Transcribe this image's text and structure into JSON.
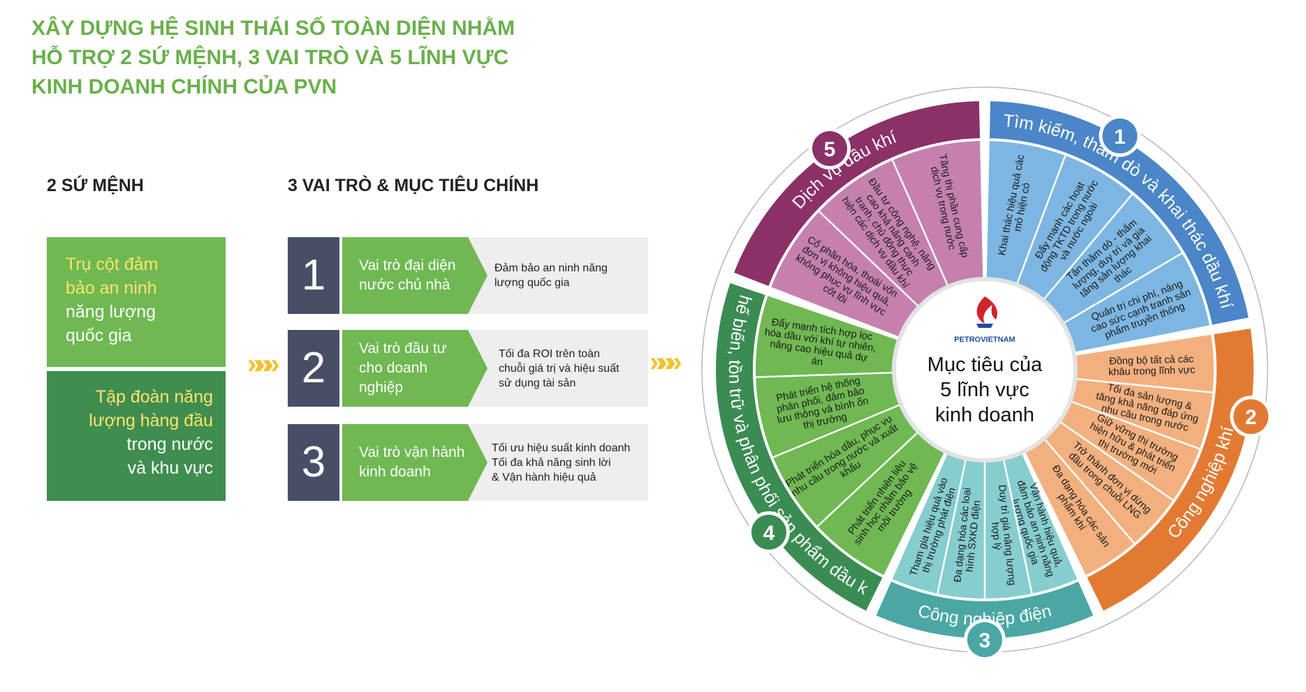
{
  "title": {
    "line1": "XÂY DỰNG HỆ SINH THÁI SỐ TOÀN DIỆN NHẰM",
    "line2": "HỖ TRỢ 2 SỨ MỆNH, 3 VAI TRÒ VÀ 5 LĨNH VỰC",
    "line3": "KINH DOANH CHÍNH CỦA PVN"
  },
  "missions": {
    "heading": "2 SỨ MỆNH",
    "items": [
      {
        "highlight": [
          "Trụ cột đảm",
          "bảo an ninh"
        ],
        "lines": [
          "năng lượng",
          "quốc gia"
        ]
      },
      {
        "highlight": [
          "Tập đoàn năng",
          "lượng hàng đầu"
        ],
        "lines": [
          "trong nước",
          "và khu vực"
        ]
      }
    ]
  },
  "roles": {
    "heading": "3 VAI TRÒ & MỤC TIÊU CHÍNH",
    "items": [
      {
        "num": "1",
        "label": [
          "Vai trò đại diện",
          "nước chủ nhà"
        ],
        "goal": [
          "Đảm bảo an ninh năng",
          "lượng quốc gia"
        ]
      },
      {
        "num": "2",
        "label": [
          "Vai trò đầu tư",
          "cho doanh",
          "nghiệp"
        ],
        "goal": [
          "Tối đa ROI trên toàn",
          "chuỗi giá trị và hiệu suất",
          "sử dụng tài sản"
        ]
      },
      {
        "num": "3",
        "label": [
          "Vai trò vận hành",
          "kinh doanh"
        ],
        "goal": [
          "Tối ưu hiệu suất kinh doanh",
          "Tối đa khả năng sinh lời",
          "& Vận hành hiệu quả"
        ]
      }
    ]
  },
  "chevrons": "»»»",
  "wheel": {
    "center": {
      "brand": "PETROVIETNAM",
      "lines": [
        "Mục tiêu của",
        "5 lĩnh vực",
        "kinh doanh"
      ]
    },
    "sectors": [
      {
        "num": "1",
        "name": "Tìm kiếm, thăm dò và khai thác dầu khí",
        "outer": "#4a86c8",
        "inner": "#7db6e2",
        "items": [
          [
            "Khai thác hiệu quả các",
            "mỏ hiện có"
          ],
          [
            "Đẩy mạnh các hoạt",
            "động TKTD trong nước",
            "và nước ngoài"
          ],
          [
            "Tận thăm dò - thẩm",
            "lượng, duy trì và gia",
            "tăng sản lượng khai",
            "thác"
          ],
          [
            "Quản trị chi phí, nâng",
            "cao sức cạnh tranh sản",
            "phẩm truyền thống"
          ]
        ]
      },
      {
        "num": "2",
        "name": "Công nghiệp khí",
        "outer": "#e37a34",
        "inner": "#f2b07f",
        "items": [
          [
            "Đồng bộ tất cả các",
            "khâu trong lĩnh vực"
          ],
          [
            "Tối đa sản lượng &",
            "tăng khả năng đáp ứng",
            "nhu cầu trong nước"
          ],
          [
            "Giữ vững thị trường",
            "hiện hữu & phát triển",
            "thị trường mới"
          ],
          [
            "Trở thành đơn vị dừng",
            "đầu trong chuỗi LNG"
          ],
          [
            "Đa dạng hóa các sản",
            "phẩm khí"
          ]
        ]
      },
      {
        "num": "3",
        "name": "Công nghiệp điện",
        "outer": "#4aa7a4",
        "inner": "#86cdd0",
        "items": [
          [
            "Vận hành hiệu quả,",
            "đảm bảo an ninh năng",
            "lượng quốc gia"
          ],
          [
            "Duy trì giá năng lượng",
            "hợp lý"
          ],
          [
            "Đa dạng hóa các loại",
            "hình SXKD điện"
          ],
          [
            "Tham gia hiệu quả vào",
            "thị trường phát điện"
          ]
        ]
      },
      {
        "num": "4",
        "name": "Chế biến, tồn trữ và phân phối sản phẩm dầu khí",
        "outer": "#3a8c52",
        "inner": "#6fb852",
        "items": [
          [
            "Phát triển nhiên liệu",
            "sinh học nhằm bảo vệ",
            "môi trường"
          ],
          [
            "Phát triển hóa dầu, phục vụ",
            "nhu cầu trong nước và xuất",
            "khẩu"
          ],
          [
            "Phát triển hệ thống",
            "phân phối, đảm bảo",
            "lưu thông và bình ổn",
            "thị trường"
          ],
          [
            "Đẩy mạnh tích hợp lọc",
            "hóa dầu với khí tự nhiên,",
            "nâng cao hiệu quả dự",
            "án"
          ]
        ]
      },
      {
        "num": "5",
        "name": "Dịch vụ dầu khí",
        "outer": "#8c3068",
        "inner": "#c580ae",
        "items": [
          [
            "Cổ phần hóa, thoái vốn",
            "đơn vị không hiệu quả,",
            "không phục vụ lĩnh vực",
            "cốt lõi"
          ],
          [
            "Đầu tư công nghệ, nâng",
            "cao khả năng cạnh",
            "tranh, chủ động thực",
            "hiện các dịch vụ dầu khí"
          ],
          [
            "Tăng thị phần cung cấp",
            "dịch vụ trong nước"
          ]
        ]
      }
    ]
  }
}
